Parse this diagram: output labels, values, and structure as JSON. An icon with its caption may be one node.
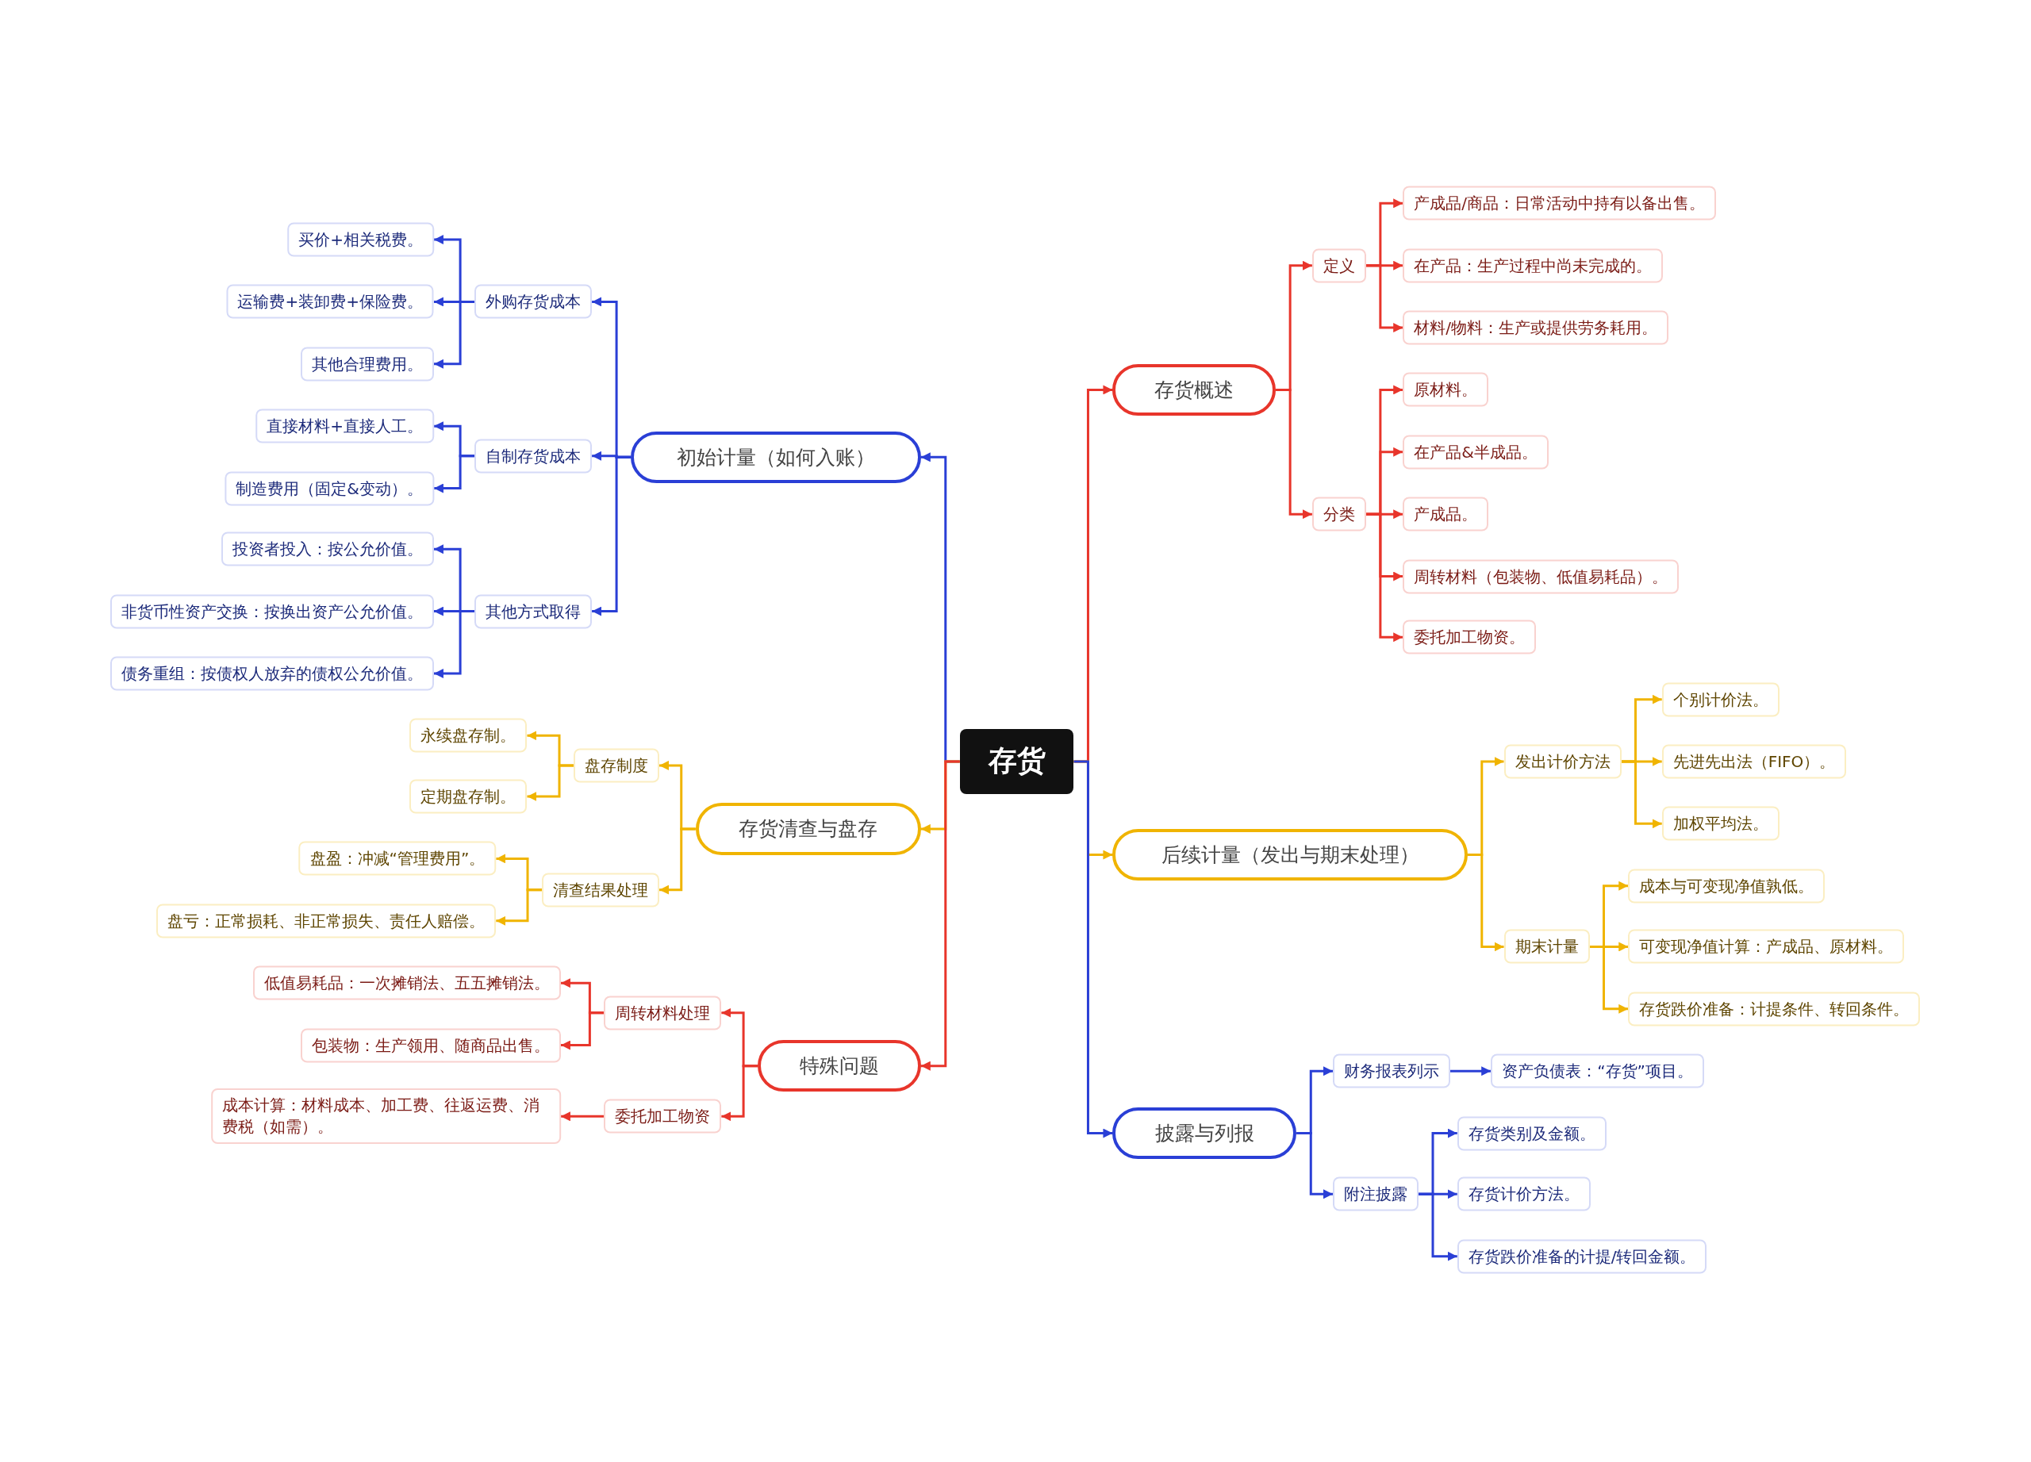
{
  "diagram": {
    "nodes": [
      {
        "text": [
          "存货"
        ]
      },
      {
        "text": [
          "初始计量（如何入账）"
        ]
      },
      {
        "text": [
          "外购存货成本"
        ]
      },
      {
        "text": [
          "买价+相关税费。"
        ]
      },
      {
        "text": [
          "运输费+装卸费+保险费。"
        ]
      },
      {
        "text": [
          "其他合理费用。"
        ]
      },
      {
        "text": [
          "自制存货成本"
        ]
      },
      {
        "text": [
          "直接材料+直接人工。"
        ]
      },
      {
        "text": [
          "制造费用（固定&变动）。"
        ]
      },
      {
        "text": [
          "其他方式取得"
        ]
      },
      {
        "text": [
          "投资者投入：按公允价值。"
        ]
      },
      {
        "text": [
          "非货币性资产交换：按换出资产公允价值。"
        ]
      },
      {
        "text": [
          "债务重组：按债权人放弃的债权公允价值。"
        ]
      },
      {
        "text": [
          "存货清查与盘存"
        ]
      },
      {
        "text": [
          "盘存制度"
        ]
      },
      {
        "text": [
          "永续盘存制。"
        ]
      },
      {
        "text": [
          "定期盘存制。"
        ]
      },
      {
        "text": [
          "清查结果处理"
        ]
      },
      {
        "text": [
          "盘盈：冲减“管理费用”。"
        ]
      },
      {
        "text": [
          "盘亏：正常损耗、非正常损失、责任人赔偿。"
        ]
      },
      {
        "text": [
          "特殊问题"
        ]
      },
      {
        "text": [
          "周转材料处理"
        ]
      },
      {
        "text": [
          "低值易耗品：一次摊销法、五五摊销法。"
        ]
      },
      {
        "text": [
          "包装物：生产领用、随商品出售。"
        ]
      },
      {
        "text": [
          "委托加工物资"
        ]
      },
      {
        "text": [
          "成本计算：材料成本、加工费、往返运费、消费税（如需）。"
        ]
      },
      {
        "text": [
          "存货概述"
        ]
      },
      {
        "text": [
          "定义"
        ]
      },
      {
        "text": [
          "产成品/商品：日常活动中持有以备出售。"
        ]
      },
      {
        "text": [
          "在产品：生产过程中尚未完成的。"
        ]
      },
      {
        "text": [
          "材料/物料：生产或提供劳务耗用。"
        ]
      },
      {
        "text": [
          "分类"
        ]
      },
      {
        "text": [
          "原材料。"
        ]
      },
      {
        "text": [
          "在产品&半成品。"
        ]
      },
      {
        "text": [
          "产成品。"
        ]
      },
      {
        "text": [
          "周转材料（包装物、低值易耗品）。"
        ]
      },
      {
        "text": [
          "委托加工物资。"
        ]
      },
      {
        "text": [
          "后续计量（发出与期末处理）"
        ]
      },
      {
        "text": [
          "发出计价方法"
        ]
      },
      {
        "text": [
          "个别计价法。"
        ]
      },
      {
        "text": [
          "先进先出法（FIFO）。"
        ]
      },
      {
        "text": [
          "加权平均法。"
        ]
      },
      {
        "text": [
          "期末计量"
        ]
      },
      {
        "text": [
          "成本与可变现净值孰低。"
        ]
      },
      {
        "text": [
          "可变现净值计算：产成品、原材料。"
        ]
      },
      {
        "text": [
          "存货跌价准备：计提条件、转回条件。"
        ]
      },
      {
        "text": [
          "披露与列报"
        ]
      },
      {
        "text": [
          "财务报表列示"
        ]
      },
      {
        "text": [
          "资产负债表：“存货”项目。"
        ]
      },
      {
        "text": [
          "附注披露"
        ]
      },
      {
        "text": [
          "存货类别及金额。"
        ]
      },
      {
        "text": [
          "存货计价方法。"
        ]
      },
      {
        "text": [
          "存货跌价准备的计提/转回金额。"
        ]
      }
    ],
    "edges": [
      {
        "from": 0,
        "to": 1,
        "arrow": "to"
      },
      {
        "from": 1,
        "to": 2,
        "arrow": "to"
      },
      {
        "from": 2,
        "to": 3,
        "arrow": "to"
      },
      {
        "from": 2,
        "to": 4,
        "arrow": "to"
      },
      {
        "from": 2,
        "to": 5,
        "arrow": "to"
      },
      {
        "from": 1,
        "to": 6,
        "arrow": "to"
      },
      {
        "from": 6,
        "to": 7,
        "arrow": "to"
      },
      {
        "from": 6,
        "to": 8,
        "arrow": "to"
      },
      {
        "from": 1,
        "to": 9,
        "arrow": "to"
      },
      {
        "from": 9,
        "to": 10,
        "arrow": "to"
      },
      {
        "from": 9,
        "to": 11,
        "arrow": "to"
      },
      {
        "from": 9,
        "to": 12,
        "arrow": "to"
      },
      {
        "from": 0,
        "to": 13,
        "arrow": "to",
        "color": "#f0b400"
      },
      {
        "from": 13,
        "to": 14,
        "arrow": "to",
        "color": "#f0b400"
      },
      {
        "from": 14,
        "to": 15,
        "arrow": "to",
        "color": "#f0b400"
      },
      {
        "from": 14,
        "to": 16,
        "arrow": "to",
        "color": "#f0b400"
      },
      {
        "from": 13,
        "to": 17,
        "arrow": "to",
        "color": "#f0b400"
      },
      {
        "from": 17,
        "to": 18,
        "arrow": "to",
        "color": "#f0b400"
      },
      {
        "from": 17,
        "to": 19,
        "arrow": "to",
        "color": "#f0b400"
      },
      {
        "from": 0,
        "to": 20,
        "arrow": "to",
        "color": "#e8352b"
      },
      {
        "from": 20,
        "to": 21,
        "arrow": "to",
        "color": "#e8352b"
      },
      {
        "from": 21,
        "to": 22,
        "arrow": "to",
        "color": "#e8352b"
      },
      {
        "from": 21,
        "to": 23,
        "arrow": "to",
        "color": "#e8352b"
      },
      {
        "from": 20,
        "to": 24,
        "arrow": "to",
        "color": "#e8352b"
      },
      {
        "from": 24,
        "to": 25,
        "arrow": "to",
        "color": "#e8352b"
      },
      {
        "from": 0,
        "to": 26,
        "arrow": "to",
        "color": "#e8352b"
      },
      {
        "from": 26,
        "to": 27,
        "arrow": "to",
        "color": "#e8352b"
      },
      {
        "from": 27,
        "to": 28,
        "arrow": "to",
        "color": "#e8352b"
      },
      {
        "from": 27,
        "to": 29,
        "arrow": "to",
        "color": "#e8352b"
      },
      {
        "from": 27,
        "to": 30,
        "arrow": "to",
        "color": "#e8352b"
      },
      {
        "from": 26,
        "to": 31,
        "arrow": "to",
        "color": "#e8352b"
      },
      {
        "from": 31,
        "to": 32,
        "arrow": "to",
        "color": "#e8352b"
      },
      {
        "from": 31,
        "to": 33,
        "arrow": "to",
        "color": "#e8352b"
      },
      {
        "from": 31,
        "to": 34,
        "arrow": "to",
        "color": "#e8352b"
      },
      {
        "from": 31,
        "to": 35,
        "arrow": "to",
        "color": "#e8352b"
      },
      {
        "from": 31,
        "to": 36,
        "arrow": "to",
        "color": "#e8352b"
      },
      {
        "from": 0,
        "to": 37,
        "arrow": "to",
        "color": "#f0b400"
      },
      {
        "from": 37,
        "to": 38,
        "arrow": "to",
        "color": "#f0b400"
      },
      {
        "from": 38,
        "to": 39,
        "arrow": "to",
        "color": "#f0b400"
      },
      {
        "from": 38,
        "to": 40,
        "arrow": "to",
        "color": "#f0b400"
      },
      {
        "from": 38,
        "to": 41,
        "arrow": "to",
        "color": "#f0b400"
      },
      {
        "from": 37,
        "to": 42,
        "arrow": "to",
        "color": "#f0b400"
      },
      {
        "from": 42,
        "to": 43,
        "arrow": "to",
        "color": "#f0b400"
      },
      {
        "from": 42,
        "to": 44,
        "arrow": "to",
        "color": "#f0b400"
      },
      {
        "from": 42,
        "to": 45,
        "arrow": "to",
        "color": "#f0b400"
      },
      {
        "from": 0,
        "to": 46,
        "arrow": "to"
      },
      {
        "from": 46,
        "to": 47,
        "arrow": "to"
      },
      {
        "from": 47,
        "to": 48,
        "arrow": "to"
      },
      {
        "from": 46,
        "to": 49,
        "arrow": "to"
      },
      {
        "from": 49,
        "to": 50,
        "arrow": "to"
      },
      {
        "from": 49,
        "to": 51,
        "arrow": "to"
      },
      {
        "from": 49,
        "to": 52,
        "arrow": "to"
      }
    ]
  }
}
